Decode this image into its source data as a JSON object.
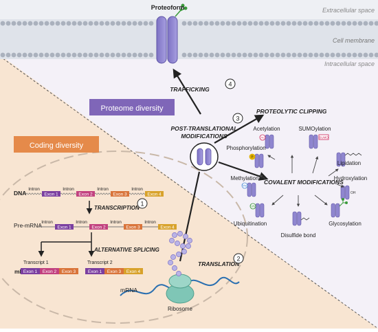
{
  "membrane": {
    "extracellular": "Extracellular space",
    "cell_membrane": "Cell membrane",
    "intracellular": "Intracellular space",
    "proteoform": "Proteoform"
  },
  "badges": {
    "proteome": "Proteome diversity",
    "coding": "Coding diversity",
    "proteome_color": "#7f66b8",
    "coding_color": "#e58a4a"
  },
  "steps": {
    "trafficking": "TRAFFICKING",
    "trafficking_num": "4",
    "ptm_line1": "POST-TRANSLATIONAL",
    "ptm_line2": "MODIFICATIONS",
    "ptm_num": "3",
    "translation": "TRANSLATION",
    "translation_num": "2",
    "transcription": "TRANSCRIPTION",
    "transcription_num": "1",
    "alt_splicing": "ALTERNATIVE SPLICING",
    "proteolytic": "PROTEOLYTIC CLIPPING",
    "covalent": "COVALENT MODIFICATIONS"
  },
  "modifications": {
    "acetylation": "Acetylation",
    "sumoylation": "SUMOylation",
    "phosphorylation": "Phosphorylation",
    "lipidation": "Lipidation",
    "methylation": "Methylation",
    "hydroxylation": "Hydroxylation",
    "ubiquitination": "Ubiquitination",
    "glycosylation": "Glycosylation",
    "disulfide": "Disulfide bond",
    "tag_ac": "Ac",
    "tag_p": "P",
    "tag_sumo": "SUMO",
    "tag_me": "Me",
    "tag_oh": "OH",
    "tag_ub": "Ub"
  },
  "dna": {
    "label": "DNA",
    "introns": [
      "Intron",
      "Intron",
      "Intron",
      "Intron"
    ],
    "exons": [
      "Exon 1",
      "Exon 2",
      "Exon 3",
      "Exon 4"
    ]
  },
  "premrna": {
    "label": "Pre-mRNA",
    "introns": [
      "Intron",
      "Intron",
      "Intron",
      "Intron"
    ],
    "exons": [
      "Exon 1",
      "Exon 2",
      "Exon 3",
      "Exon 4"
    ]
  },
  "mrna": {
    "label": "mRNA",
    "transcript1": "Transcript 1",
    "transcript2": "Transcript 2",
    "t1_exons": [
      "Exon 1",
      "Exon 2",
      "Exon 3"
    ],
    "t2_exons": [
      "Exon 1",
      "Exon 3",
      "Exon 4"
    ]
  },
  "ribosome": {
    "mrna_label": "mRNA",
    "label": "Ribosome"
  },
  "colors": {
    "exon1": "#7b3fa0",
    "exon2": "#c2417f",
    "exon3": "#d9743a",
    "exon4": "#d8a22b",
    "protein": "#8f86cf",
    "membrane": "#b8bec8"
  }
}
